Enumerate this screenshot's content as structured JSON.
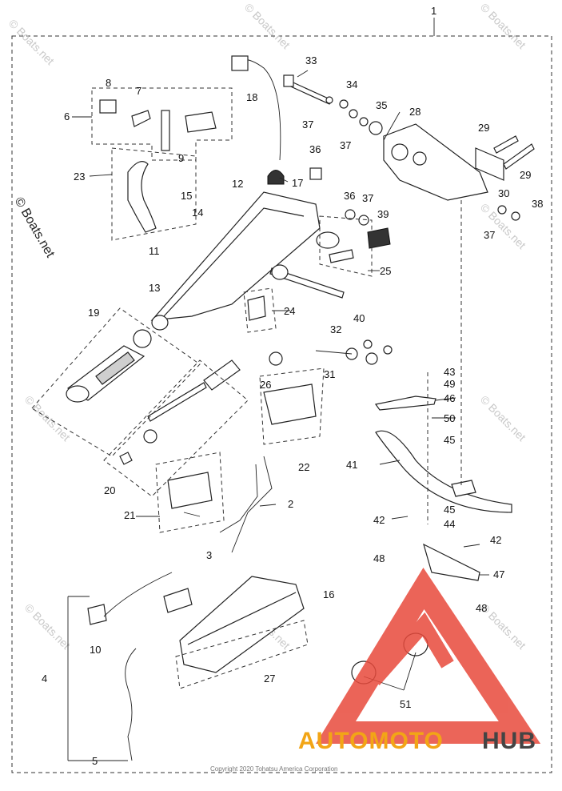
{
  "callouts": [
    "1",
    "2",
    "3",
    "4",
    "5",
    "6",
    "7",
    "8",
    "9",
    "10",
    "11",
    "12",
    "13",
    "14",
    "15",
    "16",
    "17",
    "18",
    "19",
    "20",
    "21",
    "22",
    "23",
    "24",
    "25",
    "26",
    "27",
    "28",
    "29",
    "29",
    "30",
    "31",
    "32",
    "33",
    "34",
    "35",
    "36",
    "36",
    "37",
    "37",
    "37",
    "37",
    "38",
    "39",
    "40",
    "41",
    "42",
    "42",
    "43",
    "44",
    "45",
    "45",
    "46",
    "47",
    "48",
    "48",
    "49",
    "50",
    "51"
  ],
  "watermark": {
    "main": "© Boats.net",
    "faint": "© Boats.net"
  },
  "brand": {
    "part1": "AUTOMOTO",
    "part2": "HUB",
    "logo_color": "#e84a3c",
    "accent_color": "#f2a516"
  },
  "copyright": "Copyright 2020 Tohatsu America Corporation"
}
